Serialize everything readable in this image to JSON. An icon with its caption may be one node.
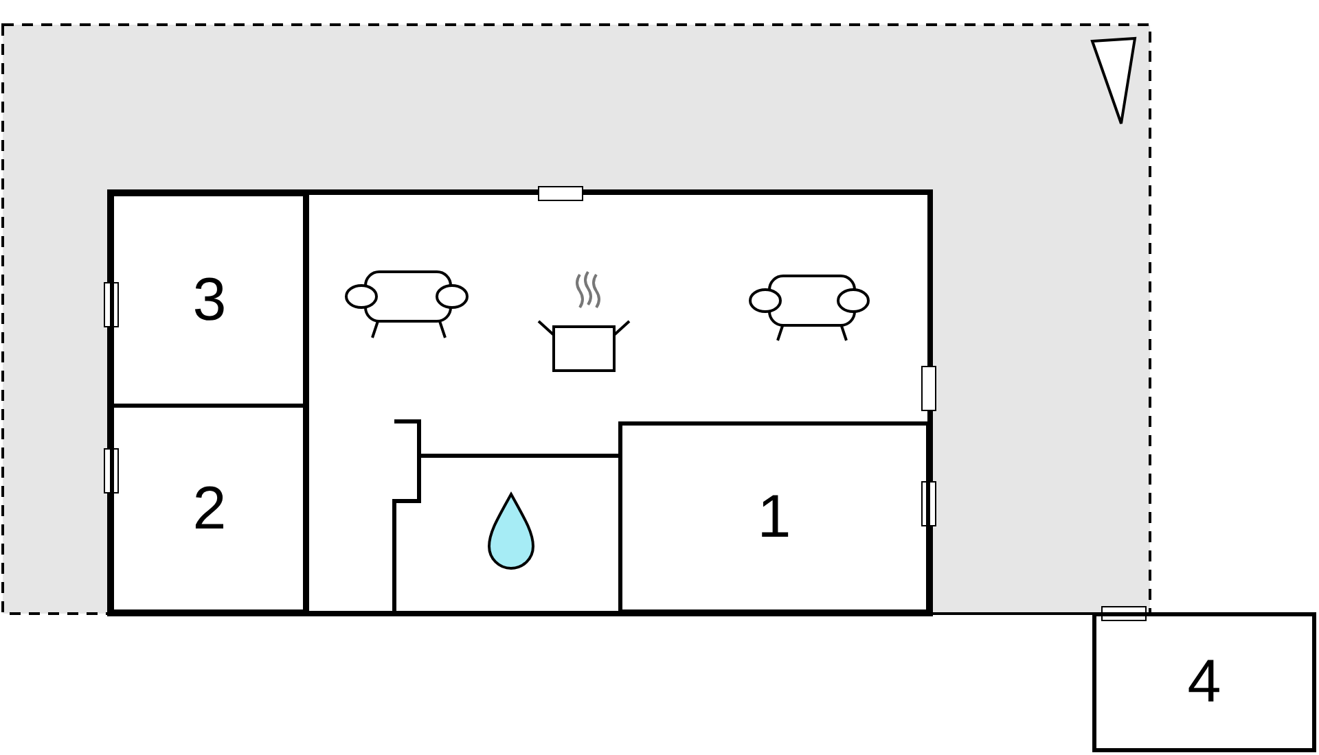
{
  "diagram": {
    "nodes": [
      {
        "text": [
          "3"
        ]
      },
      {
        "text": [
          "2"
        ]
      },
      {
        "text": [
          "1"
        ]
      },
      {
        "text": [
          "4"
        ]
      }
    ]
  }
}
